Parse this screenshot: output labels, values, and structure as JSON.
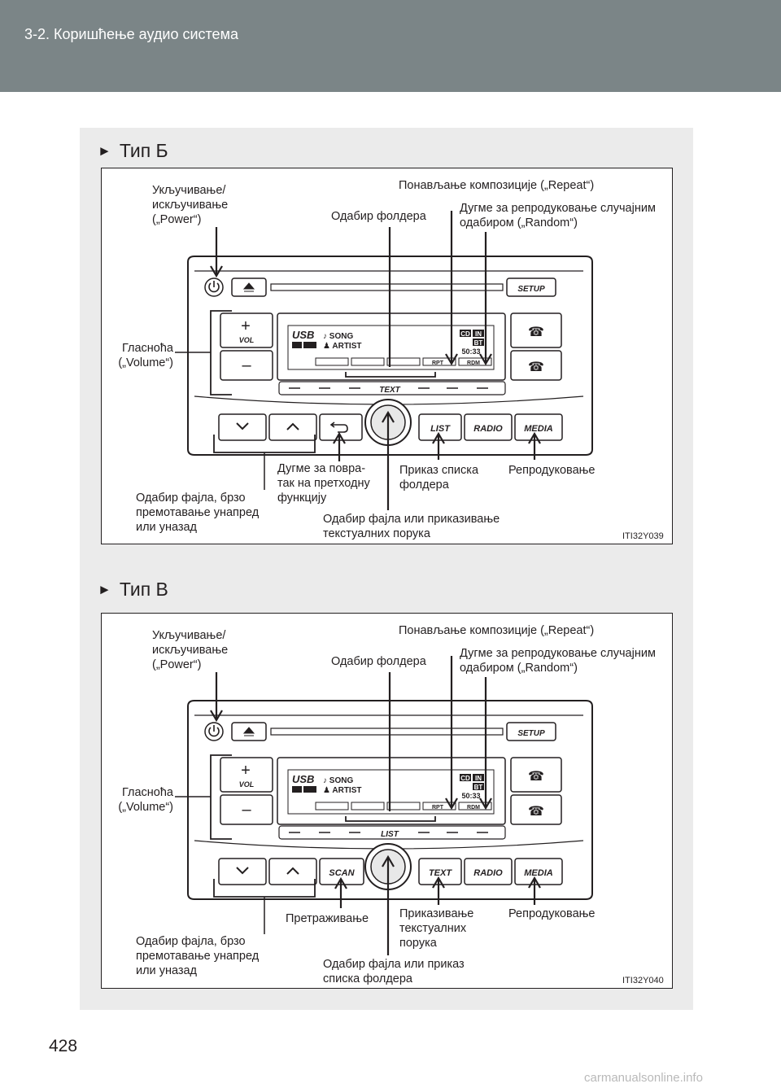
{
  "header": {
    "title": "3-2. Коришћење аудио система"
  },
  "page_number": "428",
  "watermark": "carmanualsonline.info",
  "sections": [
    {
      "heading_arrow": "►",
      "heading": "Тип Б",
      "figure_code": "ITI32Y039",
      "labels": {
        "power": [
          "Укључивање/",
          "искључивање",
          "(„Power“)"
        ],
        "repeat": "Понављање композиције („Repeat“)",
        "folder_select": "Одабир фолдера",
        "random": [
          "Дугме за репродуковање случајним",
          "одабиром („Random“)"
        ],
        "volume": [
          "Гласноћа",
          "(„Volume“)"
        ],
        "file_select": [
          "Одабир фајла, брзо",
          "премотавање унапред",
          "или уназад"
        ],
        "back": [
          "Дугме за повра-",
          "так на претходну",
          "функцију"
        ],
        "list": [
          "Приказ списка",
          "фолдера"
        ],
        "play": "Репродуковање",
        "knob": [
          "Одабир фајла или приказивање",
          "текстуалних порука"
        ]
      },
      "unit": {
        "setup": "SETUP",
        "vol": "VOL",
        "plus": "+",
        "minus": "–",
        "usb": "USB",
        "song": "♪ SONG",
        "artist": "♟ ARTIST",
        "cd": "CD",
        "in": "IN",
        "bt": "BT",
        "time": "50:33",
        "rpt": "RPT",
        "rdm": "RDM",
        "strip_button": "TEXT",
        "bottom_buttons": [
          "LIST",
          "RADIO",
          "MEDIA"
        ]
      }
    },
    {
      "heading_arrow": "►",
      "heading": "Тип В",
      "figure_code": "ITI32Y040",
      "labels": {
        "power": [
          "Укључивање/",
          "искључивање",
          "(„Power“)"
        ],
        "repeat": "Понављање композиције („Repeat“)",
        "folder_select": "Одабир фолдера",
        "random": [
          "Дугме за репродуковање случајним",
          "одабиром („Random“)"
        ],
        "volume": [
          "Гласноћа",
          "(„Volume“)"
        ],
        "file_select": [
          "Одабир фајла, брзо",
          "премотавање унапред",
          "или уназад"
        ],
        "scan": "Претраживање",
        "text": [
          "Приказивање",
          "текстуалних",
          "порука"
        ],
        "play": "Репродуковање",
        "knob": [
          "Одабир фајла или приказ",
          "списка фолдера"
        ]
      },
      "unit": {
        "setup": "SETUP",
        "vol": "VOL",
        "plus": "+",
        "minus": "–",
        "usb": "USB",
        "song": "♪ SONG",
        "artist": "♟ ARTIST",
        "cd": "CD",
        "in": "IN",
        "bt": "BT",
        "time": "50:33",
        "rpt": "RPT",
        "rdm": "RDM",
        "strip_button": "LIST",
        "bottom_buttons": [
          "SCAN",
          "TEXT",
          "RADIO",
          "MEDIA"
        ]
      }
    }
  ]
}
